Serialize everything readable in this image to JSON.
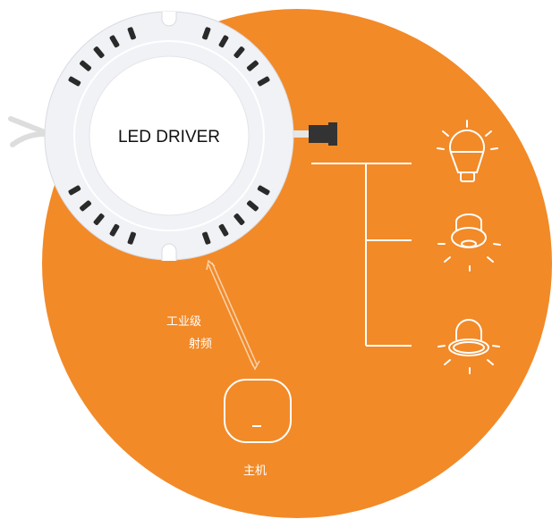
{
  "colors": {
    "background": "#F28A28",
    "line": "#FFFFFF",
    "driver_ring": "#F1F2F5"
  },
  "driver": {
    "label": "LED DRIVER"
  },
  "link": {
    "label_line1": "工业级",
    "label_line2": "射频"
  },
  "hub": {
    "label": "主机"
  },
  "lamps": [
    {
      "icon": "bulb-icon"
    },
    {
      "icon": "downlight-icon"
    },
    {
      "icon": "spotlight-icon"
    }
  ]
}
